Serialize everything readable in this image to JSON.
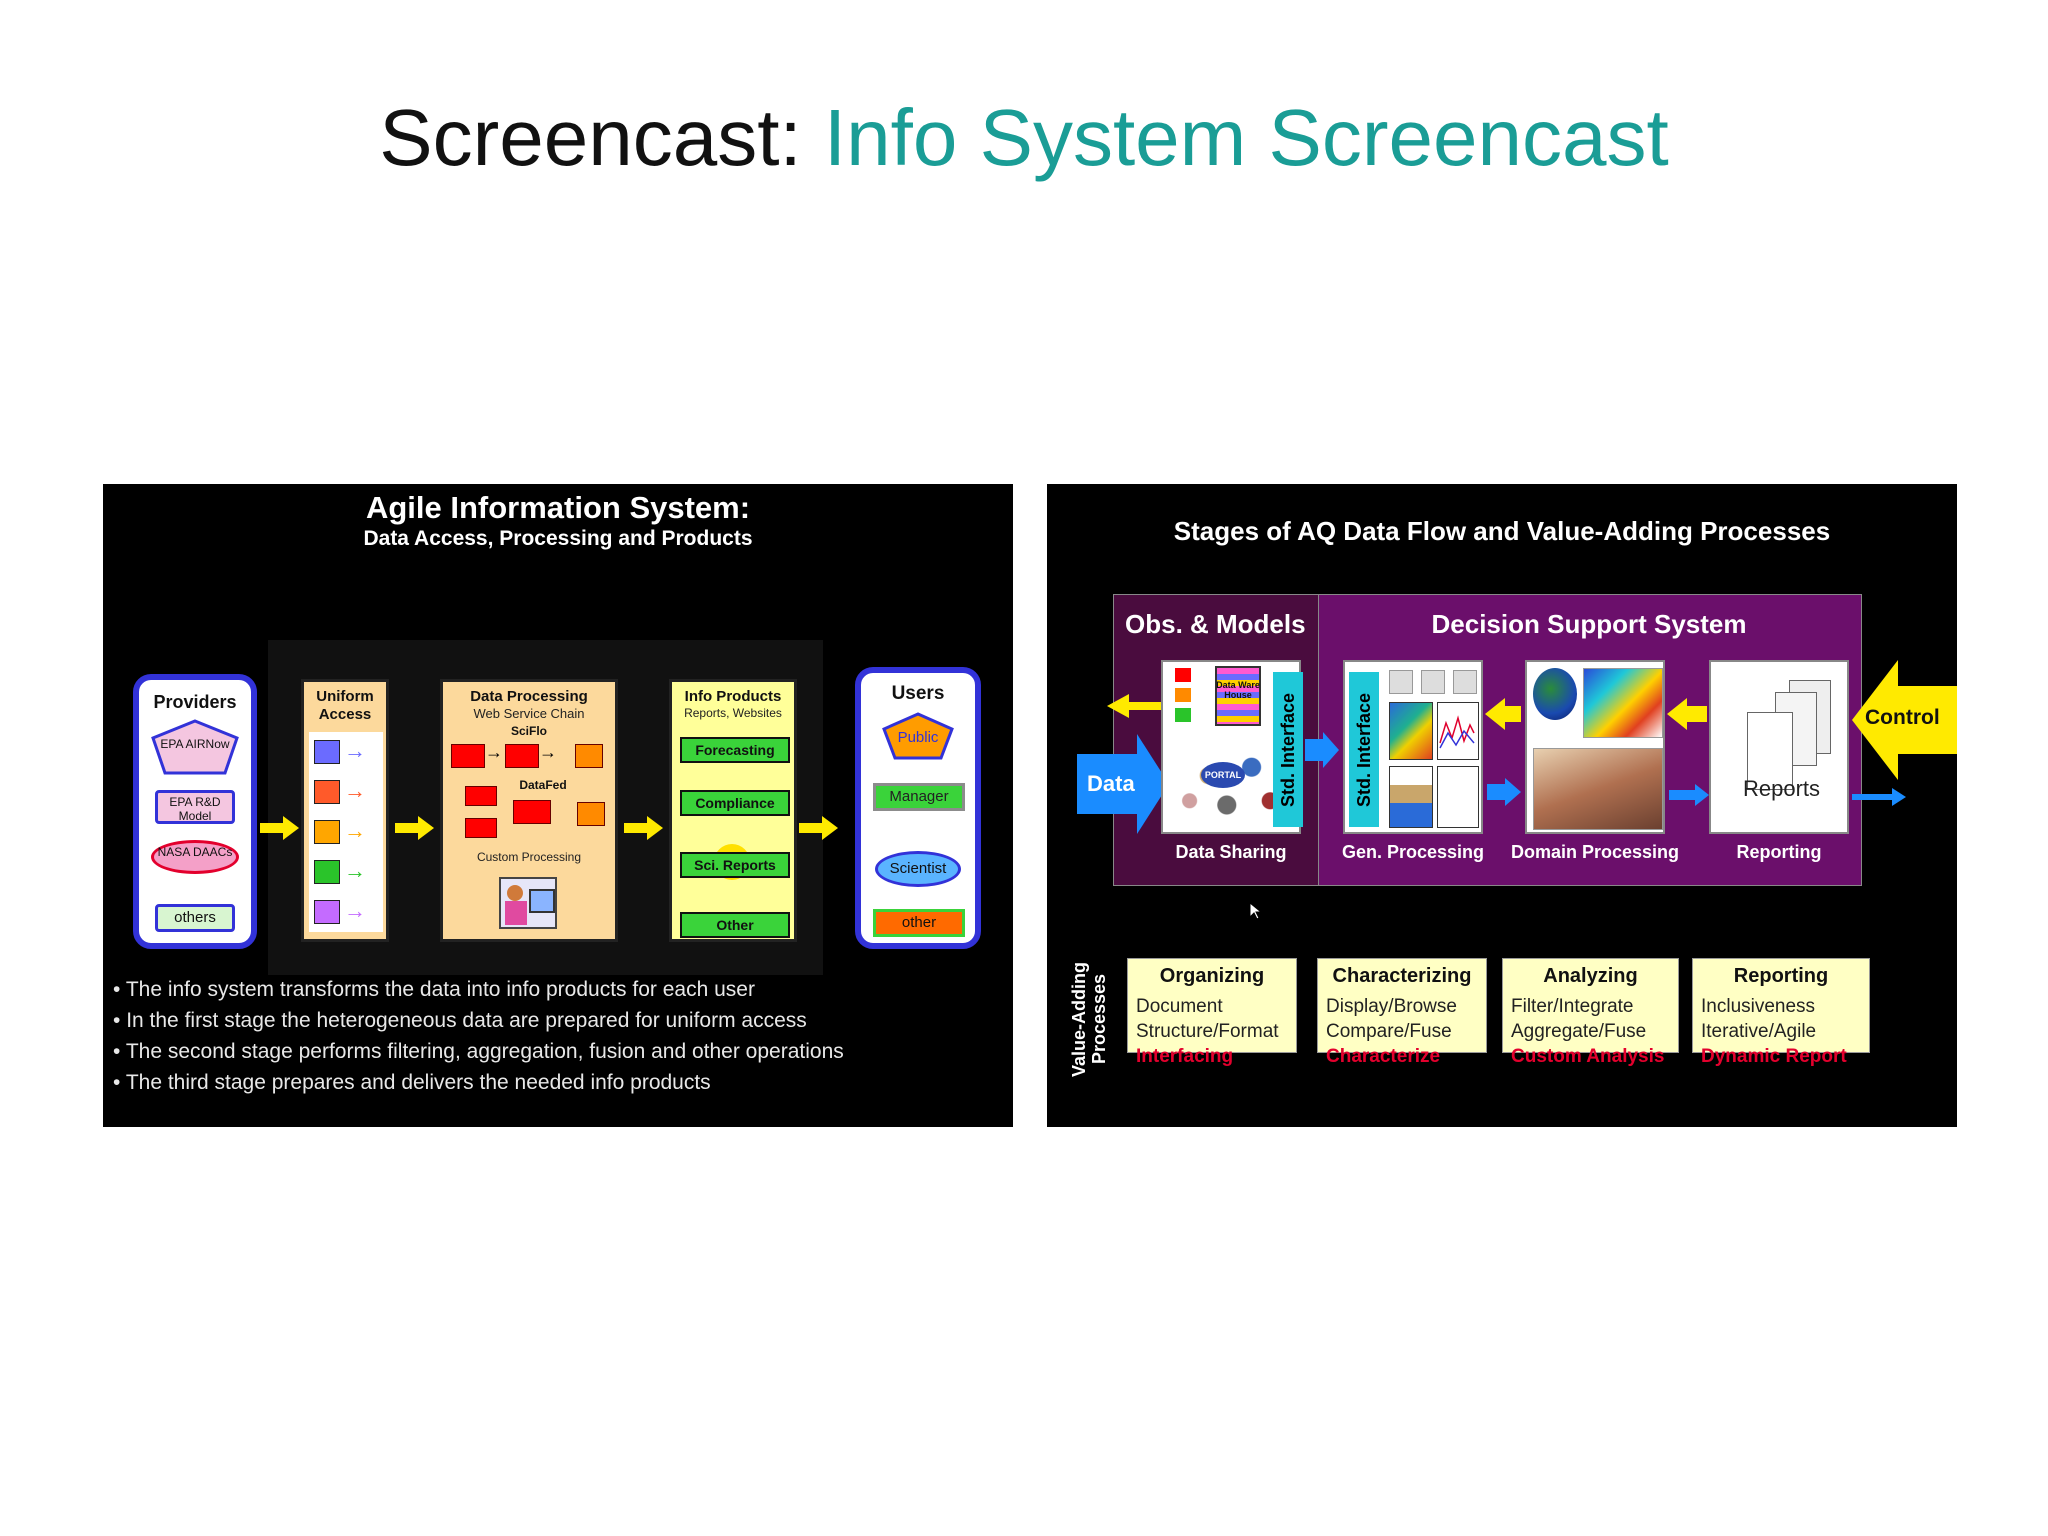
{
  "slide": {
    "title_prefix": "Screencast:",
    "title_accent": "Info System Screencast"
  },
  "left": {
    "title": "Agile Information System:",
    "subtitle": "Data Access, Processing and Products",
    "providers": {
      "title": "Providers",
      "items": [
        "EPA AIRNow",
        "EPA R&D Model",
        "NASA DAACs",
        "others"
      ]
    },
    "uniform": {
      "title1": "Uniform",
      "title2": "Access"
    },
    "processing": {
      "title": "Data Processing",
      "sub": "Web Service Chain",
      "scifilo": "SciFlo",
      "datafed": "DataFed",
      "custom": "Custom Processing"
    },
    "products": {
      "title": "Info Products",
      "sub": "Reports, Websites",
      "items": [
        "Forecasting",
        "Compliance",
        "Sci. Reports",
        "Other"
      ]
    },
    "users": {
      "title": "Users",
      "items": [
        "Public",
        "Manager",
        "Scientist",
        "other"
      ]
    },
    "bullets": [
      "The info system transforms the data into info products for each user",
      "In the first stage the heterogeneous data are prepared for uniform access",
      "The second stage performs filtering, aggregation, fusion and other operations",
      "The third stage prepares and delivers the needed info products"
    ]
  },
  "right": {
    "title": "Stages of AQ Data Flow and Value-Adding Processes",
    "obs_title": "Obs. & Models",
    "dss_title": "Decision Support System",
    "data_label": "Data",
    "control_label": "Control",
    "interface_label": "Std. Interface",
    "warehouse_label": "Data Ware House",
    "portal_label": "PORTAL",
    "reports_label": "Reports",
    "stages": [
      "Data Sharing",
      "Gen. Processing",
      "Domain Processing",
      "Reporting"
    ],
    "vap_label1": "Value-Adding",
    "vap_label2": "Processes",
    "vap": [
      {
        "head": "Organizing",
        "l1": "Document",
        "l2": "Structure/Format",
        "red": "Interfacing"
      },
      {
        "head": "Characterizing",
        "l1": "Display/Browse",
        "l2": "Compare/Fuse",
        "red": "Characterize"
      },
      {
        "head": "Analyzing",
        "l1": "Filter/Integrate",
        "l2": "Aggregate/Fuse",
        "red": "Custom Analysis"
      },
      {
        "head": "Reporting",
        "l1": "Inclusiveness",
        "l2": "Iterative/Agile",
        "red": "Dynamic Report"
      }
    ]
  },
  "colors": {
    "accent": "#1a9d96",
    "dss_purple": "#6b0f6b",
    "highlight_yellow": "#ffea00",
    "data_blue": "#1a8cff"
  }
}
